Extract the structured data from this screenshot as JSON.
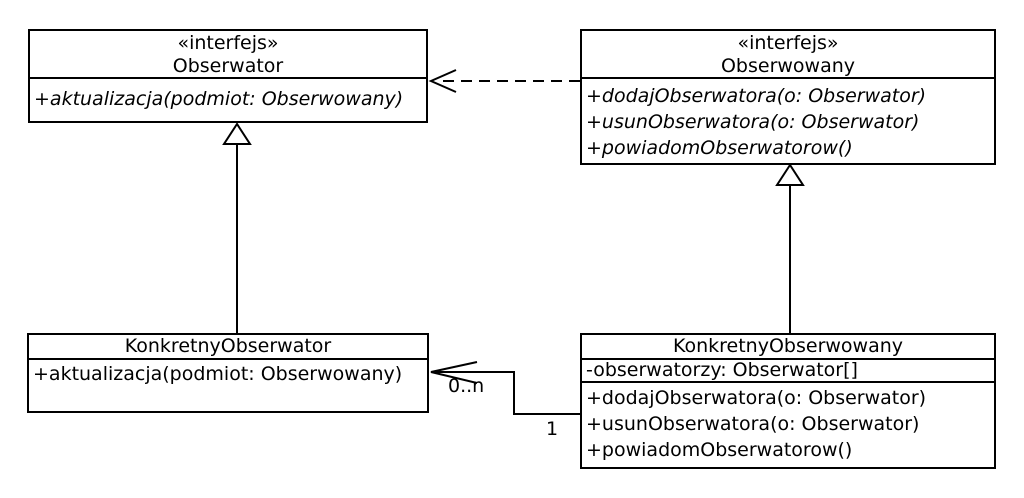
{
  "diagram": {
    "kind": "uml-class-diagram",
    "colors": {
      "background": "#ffffff",
      "stroke": "#000000",
      "box_fill": "#ffffff",
      "text": "#000000"
    },
    "classes": {
      "obserwator": {
        "stereotype": "«interfejs»",
        "name": "Obserwator",
        "methods": [
          "+aktualizacja(podmiot: Obserwowany)"
        ]
      },
      "obserwowany": {
        "stereotype": "«interfejs»",
        "name": "Obserwowany",
        "methods": [
          "+dodajObserwatora(o: Obserwator)",
          "+usunObserwatora(o: Obserwator)",
          "+powiadomObserwatorow()"
        ]
      },
      "konkretny_obserwator": {
        "name": "KonkretnyObserwator",
        "methods": [
          "+aktualizacja(podmiot: Obserwowany)"
        ]
      },
      "konkretny_obserwowany": {
        "name": "KonkretnyObserwowany",
        "attributes": [
          "-obserwatorzy: Obserwator[]"
        ],
        "methods": [
          "+dodajObserwatora(o: Obserwator)",
          "+usunObserwatora(o: Obserwator)",
          "+powiadomObserwatorow()"
        ]
      }
    },
    "relationships": {
      "association": {
        "multiplicity_target": "0..n",
        "multiplicity_source": "1"
      }
    }
  }
}
